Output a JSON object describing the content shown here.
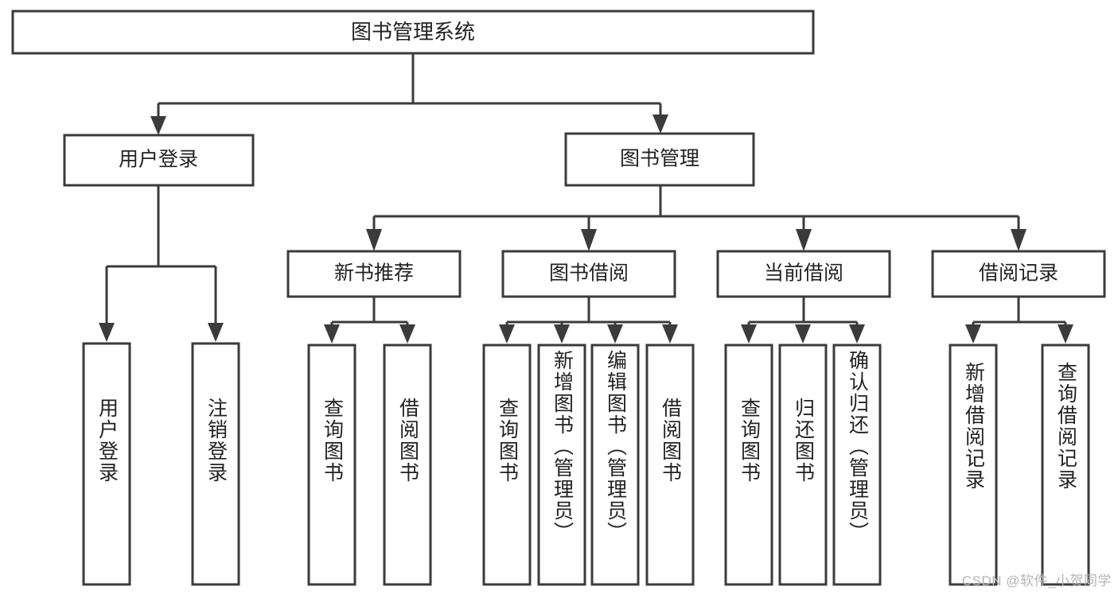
{
  "diagram": {
    "type": "tree-hierarchy-flowchart",
    "title": "图书管理系统",
    "background_color": "#ffffff",
    "line_color": "#3b3b3b",
    "box_fill": "#ffffff",
    "text_color": "#222222"
  },
  "root": {
    "label": "图书管理系统"
  },
  "level2": {
    "user_login": {
      "label": "用户登录"
    },
    "book_manage": {
      "label": "图书管理"
    }
  },
  "level3": {
    "new_book_recommend": {
      "label": "新书推荐"
    },
    "book_borrow": {
      "label": "图书借阅"
    },
    "current_borrow": {
      "label": "当前借阅"
    },
    "borrow_record": {
      "label": "借阅记录"
    }
  },
  "leaves": {
    "user_login": [
      {
        "label": "用户登录"
      },
      {
        "label": "注销登录"
      }
    ],
    "new_book_recommend": [
      {
        "label": "查询图书"
      },
      {
        "label": "借阅图书"
      }
    ],
    "book_borrow": [
      {
        "label": "查询图书"
      },
      {
        "label": "新增图书（管理员）"
      },
      {
        "label": "编辑图书（管理员）"
      },
      {
        "label": "借阅图书"
      }
    ],
    "current_borrow": [
      {
        "label": "查询图书"
      },
      {
        "label": "归还图书"
      },
      {
        "label": "确认归还（管理员）"
      }
    ],
    "borrow_record": [
      {
        "label": "新增借阅记录"
      },
      {
        "label": "查询借阅记录"
      }
    ]
  },
  "watermark": {
    "text": "CSDN @软件_小贺同学",
    "color": "#b4b4b4"
  }
}
